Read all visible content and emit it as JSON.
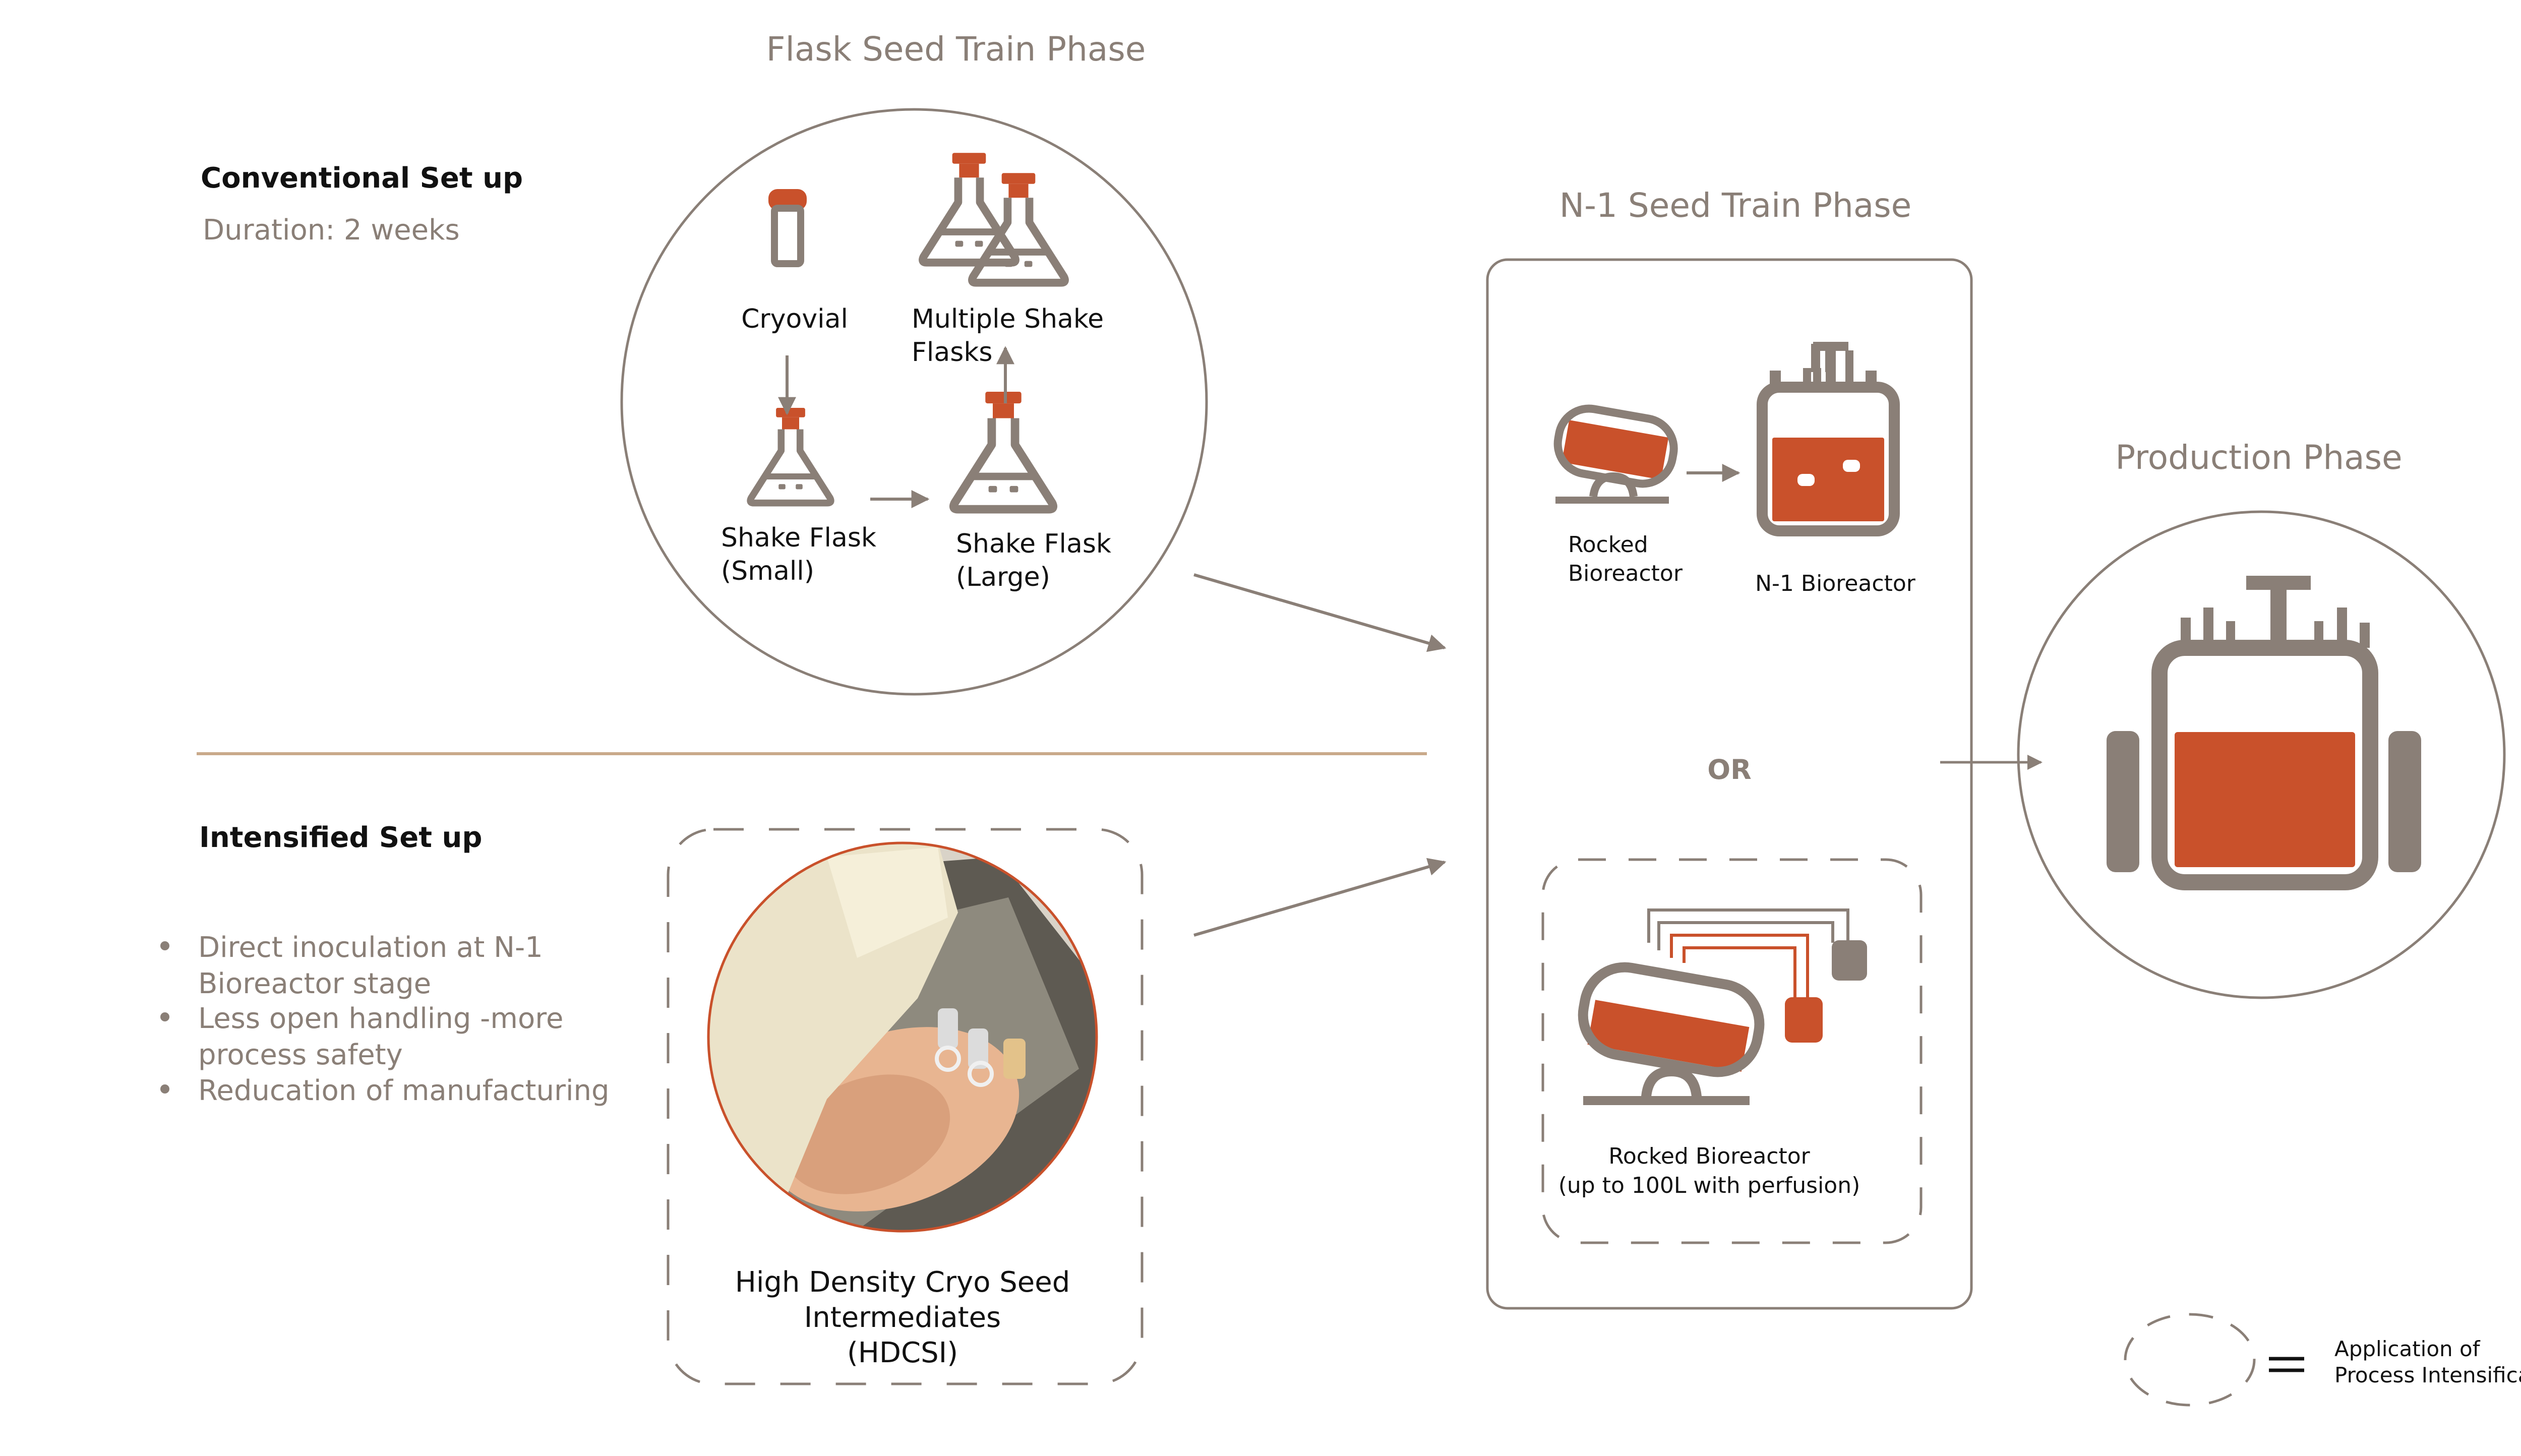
{
  "colors": {
    "accent": "#c9512b",
    "icon": "#8a7f77",
    "text": "#111111",
    "divider": "#c9a98a"
  },
  "phases": {
    "flask": "Flask Seed Train Phase",
    "n1": "N-1 Seed Train Phase",
    "production": "Production Phase"
  },
  "conventional": {
    "title": "Conventional Set up",
    "duration": "Duration: 2 weeks"
  },
  "intensified": {
    "title": "Intensified Set up",
    "bullets": [
      [
        "Direct inoculation at N-1",
        "Bioreactor stage"
      ],
      [
        "Less open handling -more",
        "process safety"
      ],
      [
        "Reducation of manufacturing"
      ]
    ]
  },
  "flask_labels": {
    "cryovial": "Cryovial",
    "multiple": [
      "Multiple Shake",
      "Flasks"
    ],
    "small": [
      "Shake Flask",
      "(Small)"
    ],
    "large": [
      "Shake Flask",
      "(Large)"
    ]
  },
  "hdcsi": [
    "High Density Cryo Seed",
    "Intermediates",
    "(HDCSI)"
  ],
  "n1_labels": {
    "rocked": [
      "Rocked",
      "Bioreactor"
    ],
    "n1": "N-1 Bioreactor",
    "or": "OR",
    "rocked_perf": [
      "Rocked Bioreactor",
      "(up to 100L with perfusion)"
    ]
  },
  "legend": [
    "Application of",
    "Process Intensification"
  ]
}
